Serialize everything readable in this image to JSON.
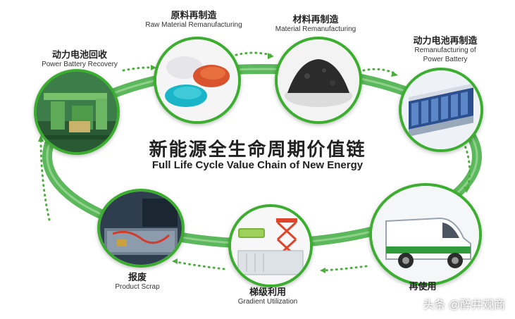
{
  "title": {
    "zh": "新能源全生命周期价值链",
    "en": "Full Life Cycle Value Chain of New Energy"
  },
  "nodes": {
    "power_battery_recovery": {
      "zh": "动力电池回收",
      "en": "Power Battery Recovery"
    },
    "raw_material_remanufacturing": {
      "zh": "原料再制造",
      "en": "Raw Material Remanufacturing"
    },
    "material_remanufacturing": {
      "zh": "材料再制造",
      "en": "Material Remanufacturing"
    },
    "remanufacturing_power_battery": {
      "zh": "动力电池再制造",
      "en_line1": "Remanufacturing of",
      "en_line2": "Power Battery"
    },
    "reuse": {
      "zh": "再使用"
    },
    "gradient_utilization": {
      "zh": "梯级利用",
      "en": "Gradient Utilization"
    },
    "product_scrap": {
      "zh": "报废",
      "en": "Product Scrap"
    }
  },
  "watermark": "头条 @醉井观商",
  "colors": {
    "ring": "#5cb85c",
    "node_border": "#3cae2f",
    "arrow_dots": "#4cae3c"
  }
}
